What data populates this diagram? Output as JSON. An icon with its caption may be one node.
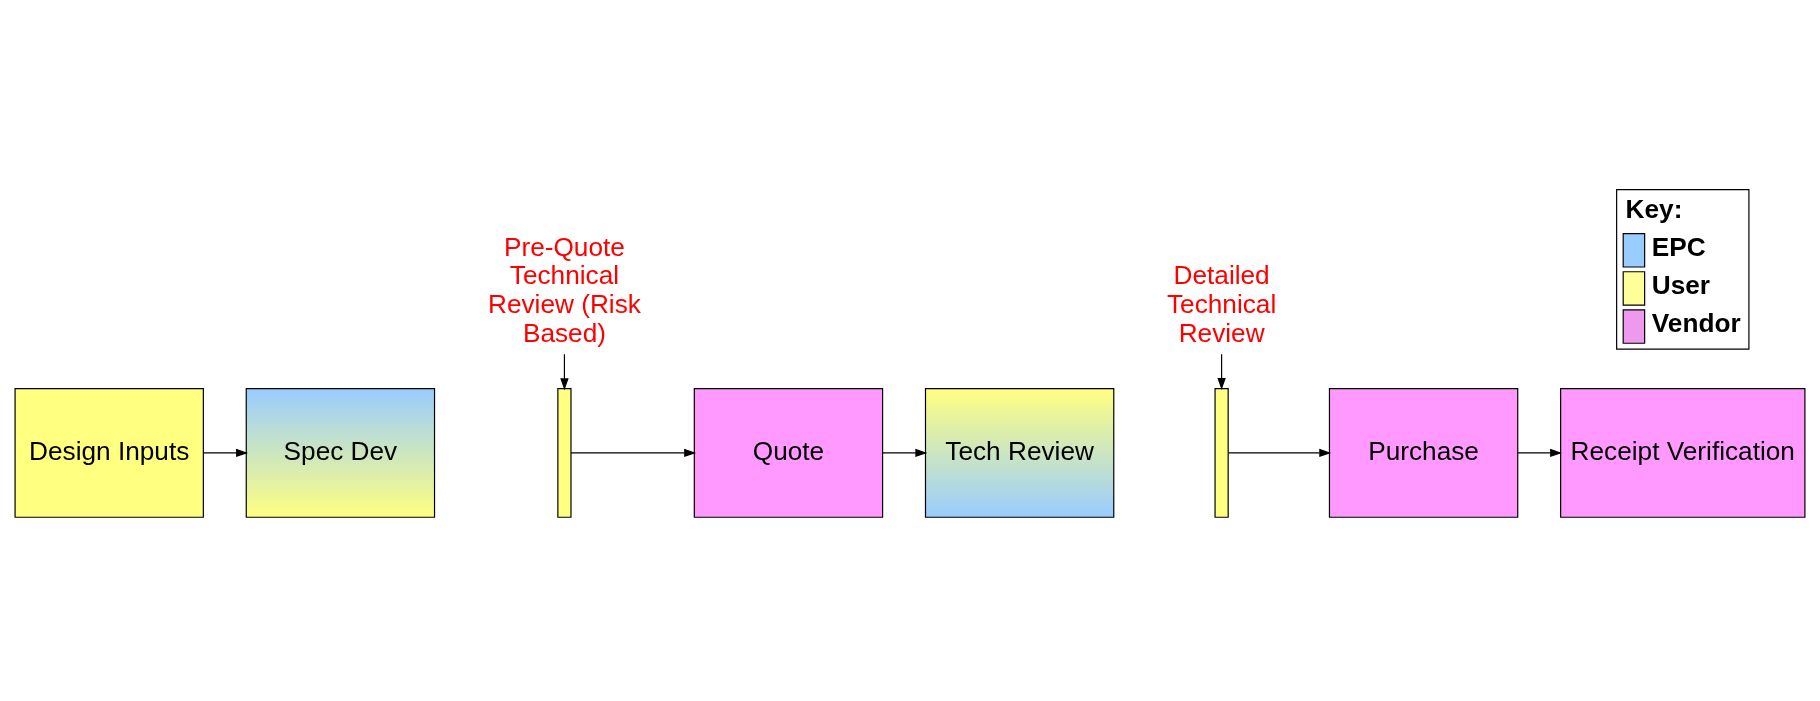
{
  "diagram": {
    "nodes": [
      {
        "text": [
          "Design Inputs"
        ]
      },
      {
        "text": [
          "Spec Dev"
        ]
      },
      {
        "text": [],
        "shape": "bar"
      },
      {
        "text": [
          "Quote"
        ]
      },
      {
        "text": [
          "Tech Review"
        ]
      },
      {
        "text": [],
        "shape": "bar"
      },
      {
        "text": [
          "Purchase"
        ]
      },
      {
        "text": [
          "Receipt Verification"
        ]
      },
      {
        "text": [
          "Pre-Quote Technical Review (Risk Based)"
        ]
      },
      {
        "text": [
          "Detailed Technical Review"
        ]
      }
    ],
    "edges": [
      {
        "from": 0,
        "to": 1,
        "arrow": "to"
      },
      {
        "from": 2,
        "to": 3,
        "arrow": "to"
      },
      {
        "from": 3,
        "to": 4,
        "arrow": "to"
      },
      {
        "from": 5,
        "to": 6,
        "arrow": "to"
      },
      {
        "from": 6,
        "to": 7,
        "arrow": "to"
      },
      {
        "from": 8,
        "to": 2,
        "arrow": "to"
      },
      {
        "from": 9,
        "to": 5,
        "arrow": "to"
      }
    ],
    "labels": [
      "Key:"
    ],
    "legend": [
      {
        "text": "EPC",
        "color": "#99ccff"
      },
      {
        "text": "User",
        "color": "#ffff99"
      },
      {
        "text": "Vendor",
        "color": "#ee99ee"
      }
    ]
  }
}
